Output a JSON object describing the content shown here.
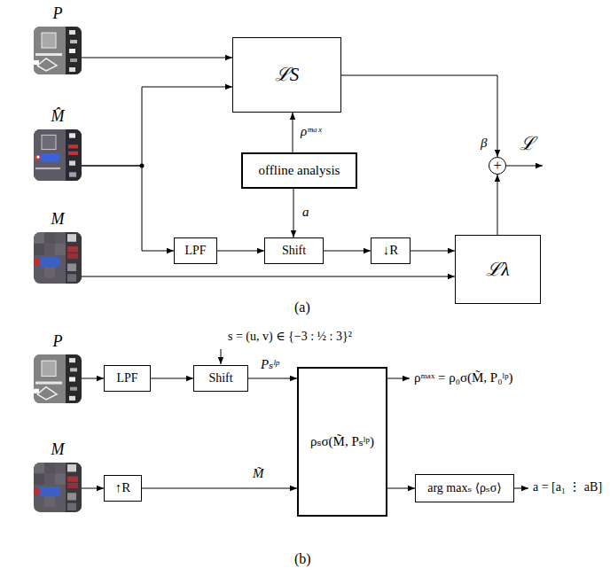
{
  "diagram": {
    "nodes": [
      {
        "text": [
          "P"
        ]
      },
      {
        "text": [
          "M̂"
        ]
      },
      {
        "text": [
          "M"
        ]
      },
      {
        "text": [
          "ℒS"
        ]
      },
      {
        "text": [
          "offline analysis"
        ]
      },
      {
        "text": [
          "LPF"
        ]
      },
      {
        "text": [
          "Shift"
        ]
      },
      {
        "text": [
          "↓R"
        ]
      },
      {
        "text": [
          "ℒλ"
        ]
      },
      {
        "text": [
          "+"
        ]
      },
      {
        "text": [
          "P"
        ]
      },
      {
        "text": [
          "LPF"
        ]
      },
      {
        "text": [
          "Shift"
        ]
      },
      {
        "text": [
          "ρₛσ(M̃, Pₛˡᵖ)"
        ]
      },
      {
        "text": [
          "M"
        ]
      },
      {
        "text": [
          "↑R"
        ]
      },
      {
        "text": [
          "arg maxₛ ⟨ρₛσ⟩"
        ]
      }
    ],
    "edges": [
      {
        "from": 0,
        "to": 3,
        "arrow": "to"
      },
      {
        "from": 1,
        "to": 3,
        "arrow": "to"
      },
      {
        "from": 1,
        "to": 5,
        "arrow": "to"
      },
      {
        "from": 4,
        "to": 3,
        "label": "ρᵐᵃˣ",
        "arrow": "to"
      },
      {
        "from": 4,
        "to": 6,
        "label": "a",
        "arrow": "to"
      },
      {
        "from": 5,
        "to": 6,
        "arrow": "to"
      },
      {
        "from": 6,
        "to": 7,
        "arrow": "to"
      },
      {
        "from": 7,
        "to": 8,
        "arrow": "to"
      },
      {
        "from": 2,
        "to": 8,
        "arrow": "to"
      },
      {
        "from": 3,
        "to": 9,
        "label": "β",
        "arrow": "to"
      },
      {
        "from": 8,
        "to": 9,
        "arrow": "to"
      },
      {
        "from": 10,
        "to": 11,
        "arrow": "to"
      },
      {
        "from": 11,
        "to": 12,
        "arrow": "to"
      },
      {
        "from": 12,
        "to": 13,
        "label": "Pₛˡᵖ",
        "arrow": "to"
      },
      {
        "from": 14,
        "to": 15,
        "arrow": "to"
      },
      {
        "from": 15,
        "to": 13,
        "label": "M̃",
        "arrow": "to"
      },
      {
        "from": 13,
        "to": 16,
        "arrow": "to"
      }
    ],
    "labels": [
      "ℒ",
      "(a)",
      "s = (u, v) ∈ {−3 : ½ : 3}²",
      "ρᵐᵃˣ = ρ₀σ(M̃, P₀ˡᵖ)",
      "a = [a₁ ⋮ aB]",
      "(b)"
    ]
  }
}
